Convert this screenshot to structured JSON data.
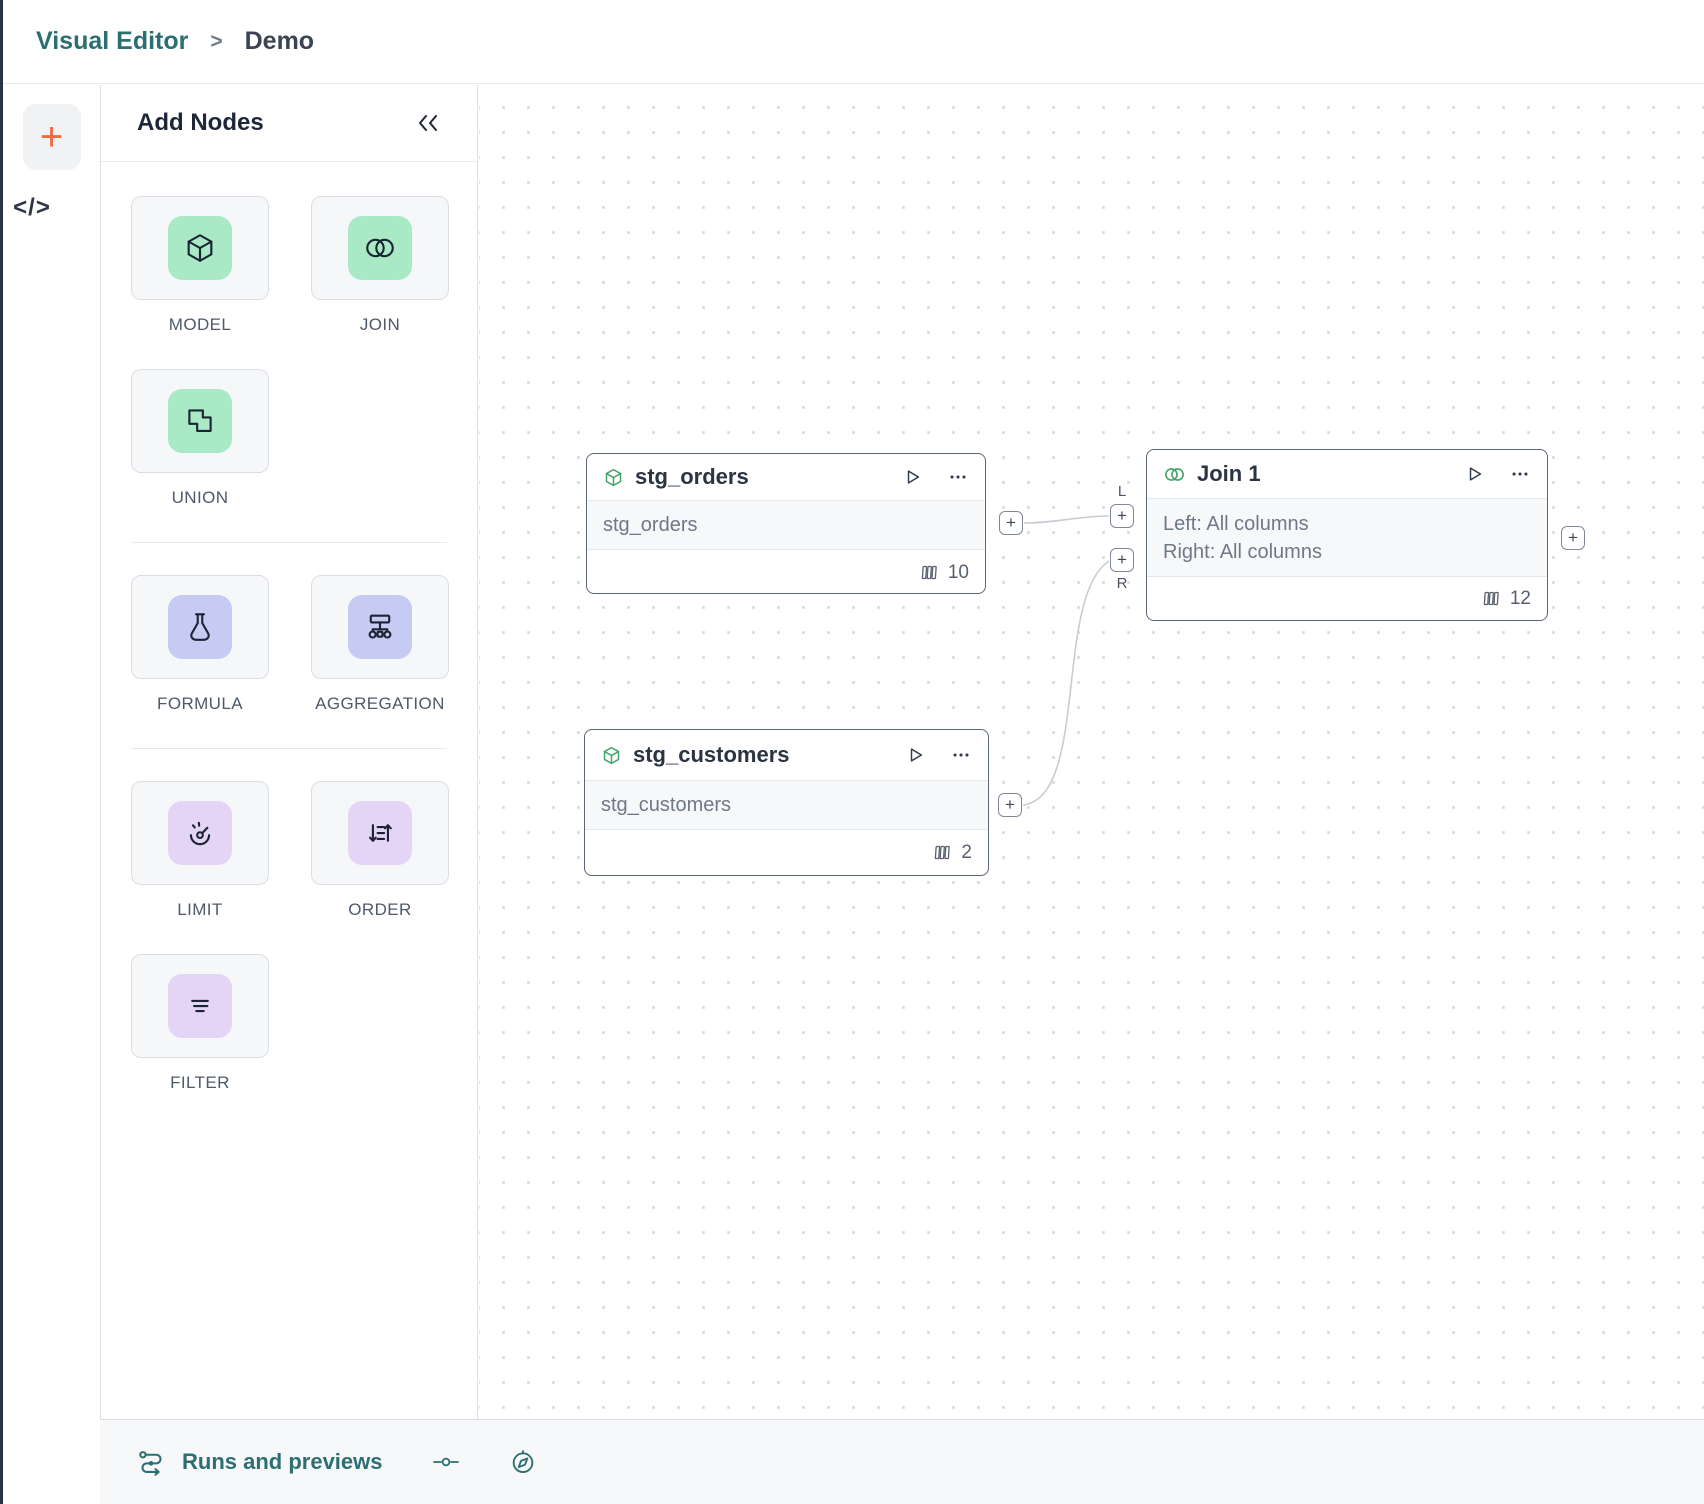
{
  "breadcrumb": {
    "app": "Visual Editor",
    "separator": ">",
    "page": "Demo"
  },
  "icons": {
    "plus": "+",
    "code": "</>",
    "port_plus": "+"
  },
  "panel": {
    "title": "Add Nodes",
    "items": {
      "model": {
        "label": "MODEL"
      },
      "join": {
        "label": "JOIN"
      },
      "union": {
        "label": "UNION"
      },
      "formula": {
        "label": "FORMULA"
      },
      "aggregation": {
        "label": "AGGREGATION"
      },
      "limit": {
        "label": "LIMIT"
      },
      "order": {
        "label": "ORDER"
      },
      "filter": {
        "label": "FILTER"
      }
    }
  },
  "canvas": {
    "nodes": {
      "orders": {
        "title": "stg_orders",
        "body": "stg_orders",
        "columns": "10"
      },
      "customers": {
        "title": "stg_customers",
        "body": "stg_customers",
        "columns": "2"
      },
      "join": {
        "title": "Join 1",
        "body_left": "Left: All columns",
        "body_right": "Right: All columns",
        "columns": "12"
      }
    },
    "ports": {
      "left": "L",
      "right": "R"
    }
  },
  "bottom_bar": {
    "runs_label": "Runs and previews"
  },
  "colors": {
    "teal": "#2b6f72",
    "orange": "#ee6a45",
    "green_tile": "#a9e9c6",
    "indigo_tile": "#c5cbf3",
    "purple_tile": "#e4d4f6",
    "node_icon_green": "#43a467",
    "node_border": "#5b6677",
    "edge": "#c8ccd3"
  }
}
